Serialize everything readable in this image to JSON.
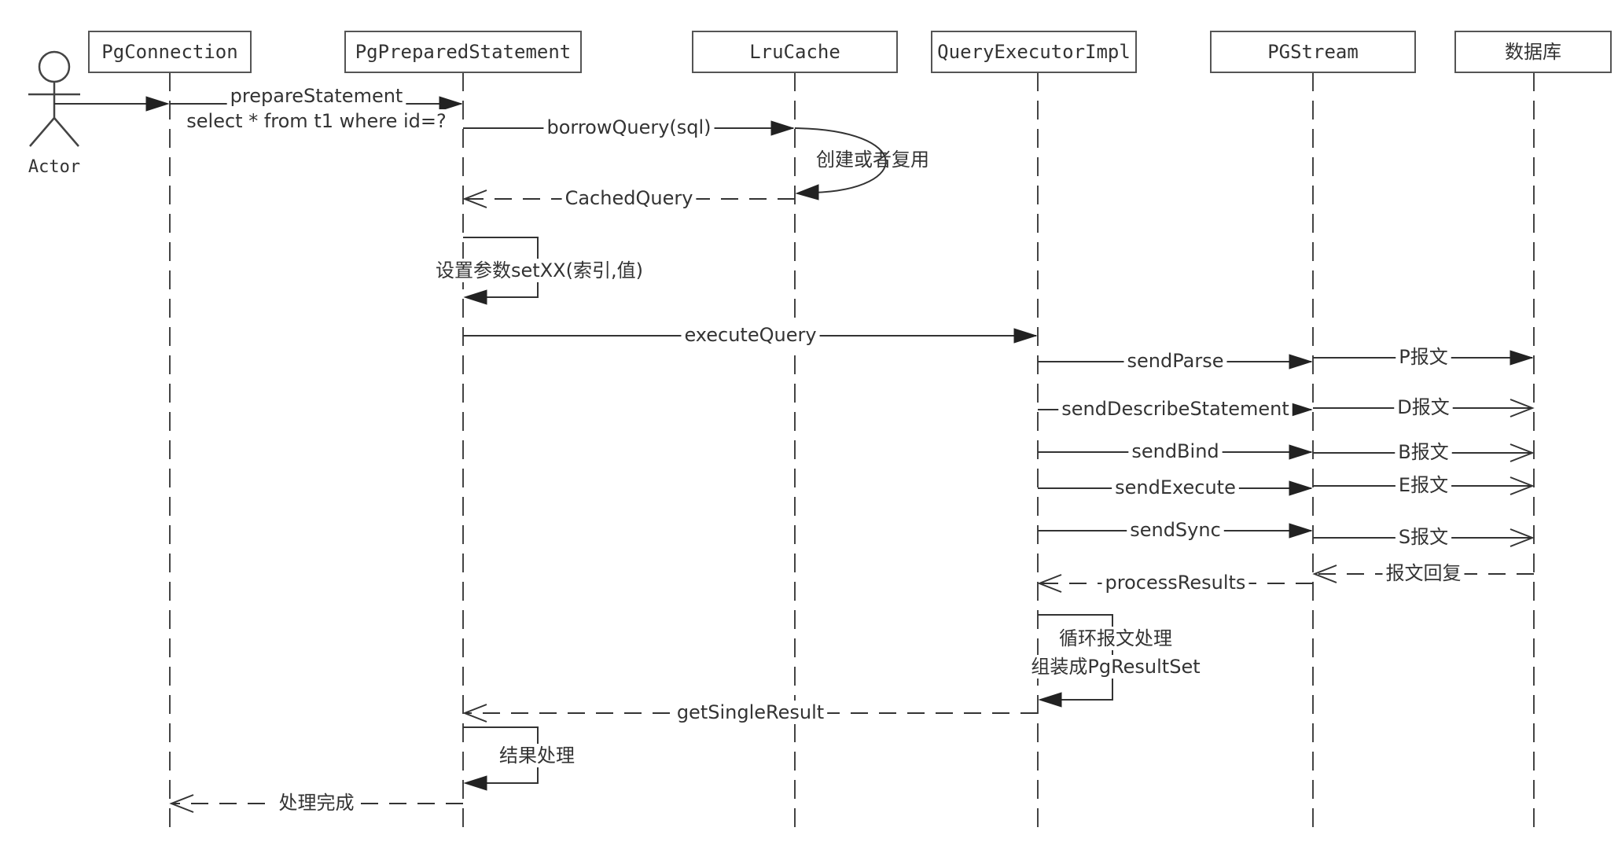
{
  "actor": {
    "label": "Actor"
  },
  "participants": [
    {
      "id": "pgconnection",
      "label": "PgConnection"
    },
    {
      "id": "pgpreparedstatement",
      "label": "PgPreparedStatement"
    },
    {
      "id": "lrucache",
      "label": "LruCache"
    },
    {
      "id": "queryexecutorimpl",
      "label": "QueryExecutorImpl"
    },
    {
      "id": "pgstream",
      "label": "PGStream"
    },
    {
      "id": "database",
      "label": "数据库"
    }
  ],
  "messages": [
    {
      "id": "prepare-statement",
      "label": "prepareStatement",
      "sublabel": "select * from t1 where id=?",
      "from": "pgconnection",
      "to": "pgpreparedstatement",
      "style": "sync"
    },
    {
      "id": "borrow-query",
      "label": "borrowQuery(sql)",
      "from": "pgpreparedstatement",
      "to": "lrucache",
      "style": "sync"
    },
    {
      "id": "create-or-reuse",
      "label": "创建或者复用",
      "from": "lrucache",
      "to": "lrucache",
      "style": "self-curve"
    },
    {
      "id": "cached-query",
      "label": "CachedQuery",
      "from": "lrucache",
      "to": "pgpreparedstatement",
      "style": "return"
    },
    {
      "id": "set-params",
      "label": "设置参数setXX(索引,值)",
      "from": "pgpreparedstatement",
      "to": "pgpreparedstatement",
      "style": "self"
    },
    {
      "id": "execute-query",
      "label": "executeQuery",
      "from": "pgpreparedstatement",
      "to": "queryexecutorimpl",
      "style": "sync"
    },
    {
      "id": "send-parse",
      "label": "sendParse",
      "from": "queryexecutorimpl",
      "to": "pgstream",
      "style": "sync"
    },
    {
      "id": "p-message",
      "label": "P报文",
      "from": "pgstream",
      "to": "database",
      "style": "sync"
    },
    {
      "id": "send-describe",
      "label": "sendDescribeStatement",
      "from": "queryexecutorimpl",
      "to": "pgstream",
      "style": "sync"
    },
    {
      "id": "d-message",
      "label": "D报文",
      "from": "pgstream",
      "to": "database",
      "style": "async"
    },
    {
      "id": "send-bind",
      "label": "sendBind",
      "from": "queryexecutorimpl",
      "to": "pgstream",
      "style": "sync"
    },
    {
      "id": "b-message",
      "label": "B报文",
      "from": "pgstream",
      "to": "database",
      "style": "async"
    },
    {
      "id": "send-execute",
      "label": "sendExecute",
      "from": "queryexecutorimpl",
      "to": "pgstream",
      "style": "sync"
    },
    {
      "id": "e-message",
      "label": "E报文",
      "from": "pgstream",
      "to": "database",
      "style": "async"
    },
    {
      "id": "send-sync",
      "label": "sendSync",
      "from": "queryexecutorimpl",
      "to": "pgstream",
      "style": "sync"
    },
    {
      "id": "s-message",
      "label": "S报文",
      "from": "pgstream",
      "to": "database",
      "style": "async"
    },
    {
      "id": "message-reply",
      "label": "报文回复",
      "from": "database",
      "to": "pgstream",
      "style": "return"
    },
    {
      "id": "process-results",
      "label": "processResults",
      "from": "pgstream",
      "to": "queryexecutorimpl",
      "style": "return"
    },
    {
      "id": "loop-process",
      "label": "循环报文处理",
      "sublabel": "组装成PgResultSet",
      "from": "queryexecutorimpl",
      "to": "queryexecutorimpl",
      "style": "self"
    },
    {
      "id": "get-single-result",
      "label": "getSingleResult",
      "from": "queryexecutorimpl",
      "to": "pgpreparedstatement",
      "style": "return"
    },
    {
      "id": "result-processing",
      "label": "结果处理",
      "from": "pgpreparedstatement",
      "to": "pgpreparedstatement",
      "style": "self"
    },
    {
      "id": "processing-complete",
      "label": "处理完成",
      "from": "pgpreparedstatement",
      "to": "pgconnection",
      "style": "return"
    }
  ]
}
